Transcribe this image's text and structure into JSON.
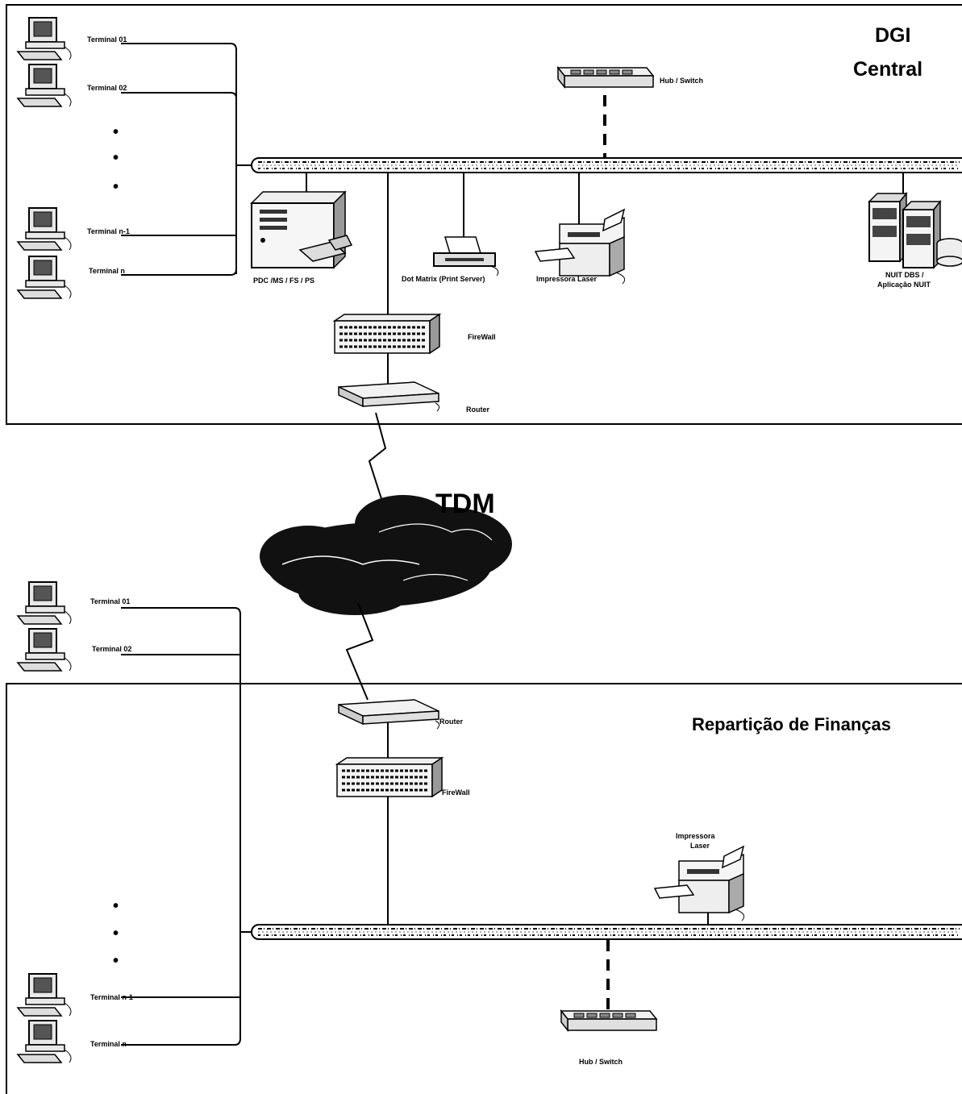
{
  "central": {
    "title_line1": "DGI",
    "title_line2": "Central",
    "terminals": [
      "Terminal 01",
      "Terminal 02",
      "Terminal n-1",
      "Terminal n"
    ],
    "hub_label": "Hub / Switch",
    "server_label": "PDC /MS / FS / PS",
    "dotmatrix_label": "Dot Matrix (Print Server)",
    "laser_label": "Impressora Laser",
    "nuit_label_line1": "NUIT DBS /",
    "nuit_label_line2": "Aplicação NUIT",
    "firewall_label": "FireWall",
    "router_label": "Router"
  },
  "wan": {
    "label": "TDM"
  },
  "branch": {
    "title": "Repartição de Finanças",
    "router_label": "Router",
    "firewall_label": "FireWall",
    "laser_label_line1": "Impressora",
    "laser_label_line2": "Laser",
    "terminals": [
      "Terminal 01",
      "Terminal 02",
      "Terminal n-1",
      "Terminal n"
    ],
    "hub_label": "Hub / Switch"
  },
  "ellipsis_dot": "•",
  "icons": [
    "computer-icon",
    "hub-switch-icon",
    "server-icon",
    "dot-matrix-printer-icon",
    "laser-printer-icon",
    "database-server-icon",
    "firewall-icon",
    "router-icon",
    "cloud-icon",
    "lightning-link-icon"
  ],
  "colors": {
    "line": "#000000",
    "background": "#ffffff",
    "icon_fill": "#e8e8e8",
    "cloud": "#111111"
  }
}
